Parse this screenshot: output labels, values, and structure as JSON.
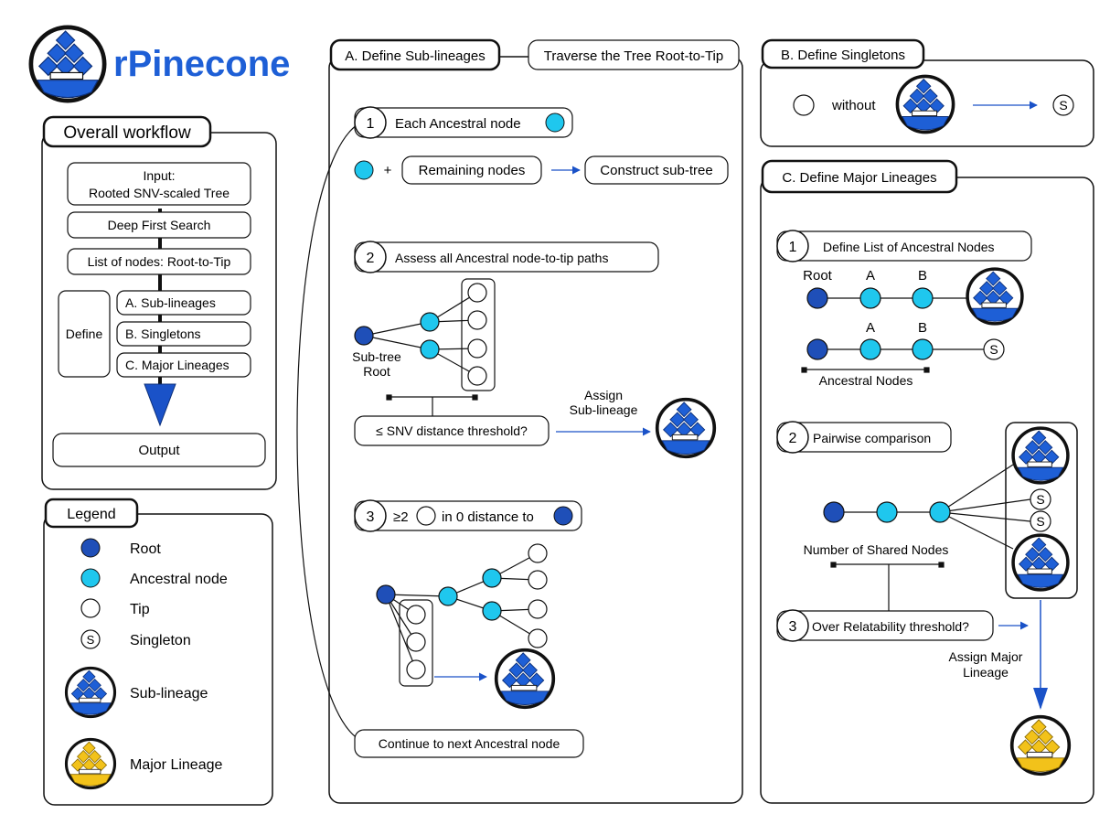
{
  "app": {
    "title": "rPinecone"
  },
  "workflow": {
    "title": "Overall workflow",
    "input_line1": "Input:",
    "input_line2": "Rooted SNV-scaled Tree",
    "search": "Deep First Search",
    "list": "List of nodes: Root-to-Tip",
    "define": "Define",
    "step_a": "A. Sub-lineages",
    "step_b": "B. Singletons",
    "step_c": "C. Major Lineages",
    "output": "Output"
  },
  "legend": {
    "title": "Legend",
    "root": "Root",
    "ancestral": "Ancestral node",
    "tip": "Tip",
    "singleton_symbol": "S",
    "singleton": "Singleton",
    "sublineage": "Sub-lineage",
    "major": "Major Lineage"
  },
  "panel_a": {
    "title": "A. Define Sub-lineages",
    "subtitle": "Traverse the Tree Root-to-Tip",
    "step1_num": "1",
    "step1_text": "Each Ancestral node",
    "plus": "+",
    "remaining": "Remaining nodes",
    "construct": "Construct sub-tree",
    "step2_num": "2",
    "step2_text": "Assess all Ancestral node-to-tip paths",
    "subtree_root_1": "Sub-tree",
    "subtree_root_2": "Root",
    "threshold": "≤ SNV distance threshold?",
    "assign_1": "Assign",
    "assign_2": "Sub-lineage",
    "step3_num": "3",
    "step3_pre": "≥2",
    "step3_mid": "in 0 distance to",
    "continue": "Continue to next Ancestral node"
  },
  "panel_b": {
    "title": "B. Define Singletons",
    "without": "without",
    "singleton_symbol": "S"
  },
  "panel_c": {
    "title": "C. Define Major Lineages",
    "step1_num": "1",
    "step1_text": "Define List of Ancestral Nodes",
    "root": "Root",
    "a": "A",
    "b": "B",
    "a2": "A",
    "b2": "B",
    "singleton_symbol": "S",
    "ancestral_nodes": "Ancestral Nodes",
    "step2_num": "2",
    "step2_text": "Pairwise comparison",
    "shared": "Number of Shared Nodes",
    "step3_num": "3",
    "step3_text": "Over Relatability threshold?",
    "assign_1": "Assign Major",
    "assign_2": "Lineage"
  },
  "colors": {
    "root": "#1f4fb8",
    "ancestral": "#1fc7ee",
    "sublineage": "#1e5fd6",
    "major": "#f2c21a"
  }
}
